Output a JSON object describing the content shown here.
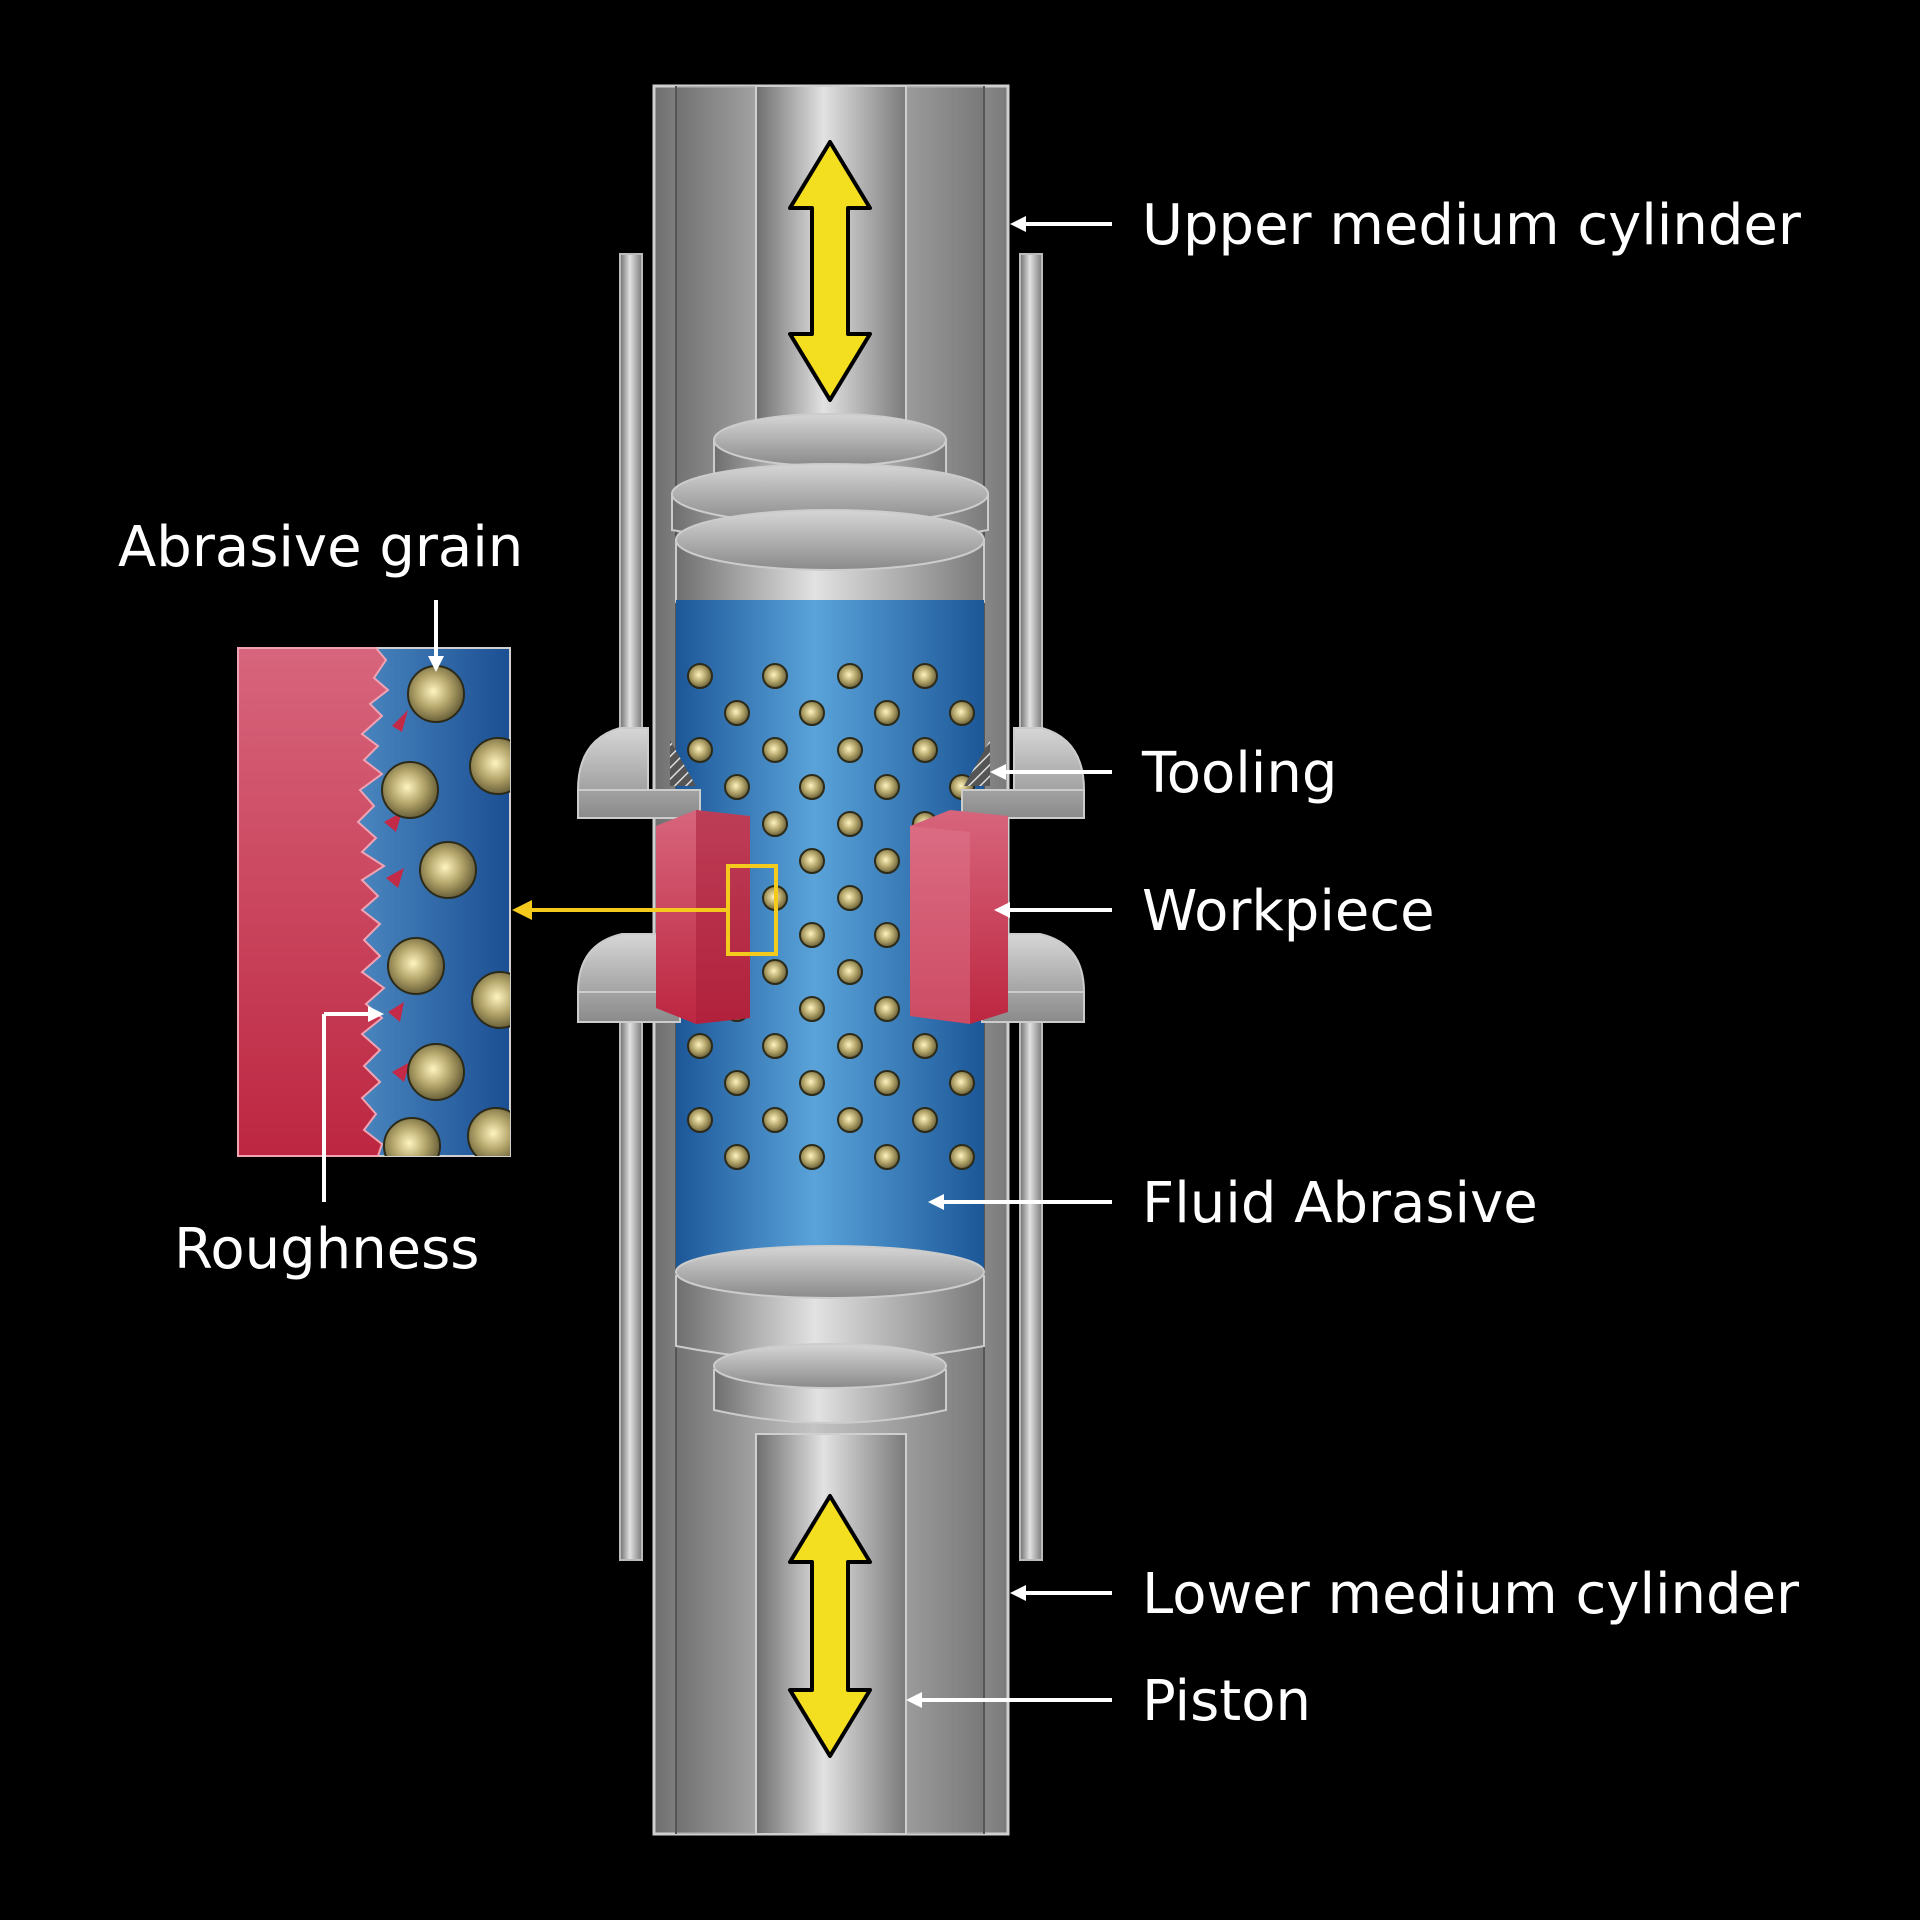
{
  "labels": {
    "upper_medium_cylinder": "Upper medium cylinder",
    "tooling": "Tooling",
    "workpiece": "Workpiece",
    "fluid_abrasive": "Fluid Abrasive",
    "lower_medium_cylinder": "Lower medium cylinder",
    "piston": "Piston",
    "abrasive_grain": "Abrasive grain",
    "roughness": "Roughness"
  },
  "icons": {
    "motion_arrows": "double-headed-vertical-arrow"
  },
  "colors": {
    "background": "#000000",
    "metal_light": "#e2e2e2",
    "metal_dark": "#6e6e6e",
    "fluid_light": "#5aa3da",
    "fluid_dark": "#1c5798",
    "grain": "#b3a56a",
    "workpiece": "#c22a48",
    "motion_arrow": "#f4de20",
    "pointer": "#f4cb1c",
    "label_text": "#ffffff"
  }
}
